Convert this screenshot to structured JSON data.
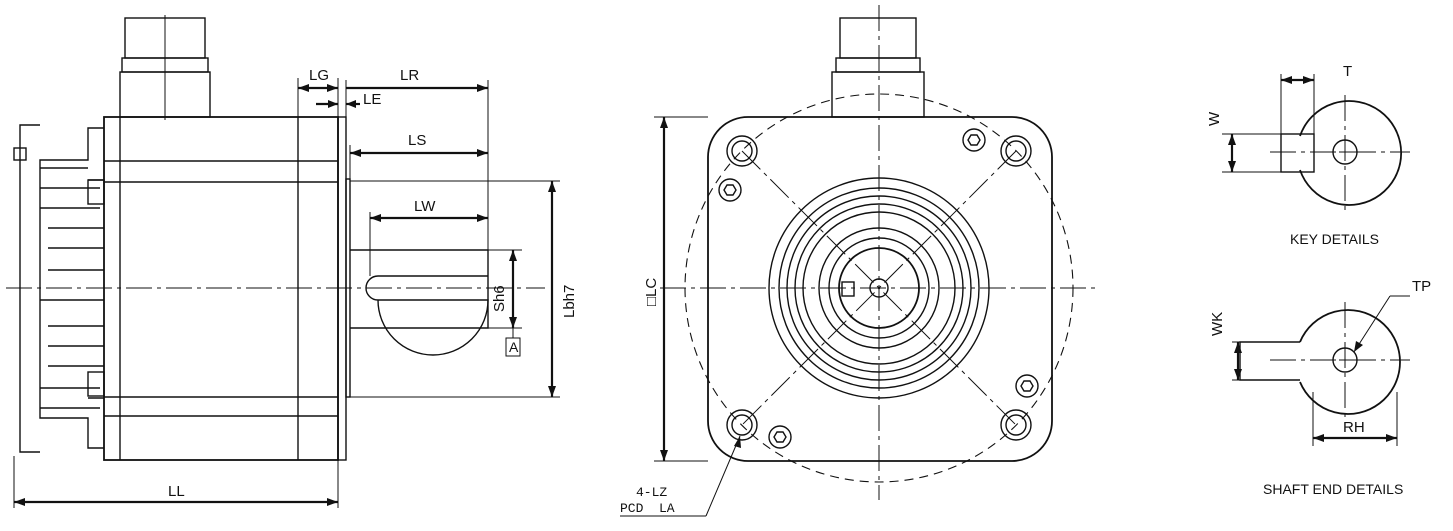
{
  "side_view": {
    "labels": {
      "lg": "LG",
      "lr": "LR",
      "le": "LE",
      "ls": "LS",
      "lw": "LW",
      "sh6": "Sh6",
      "lbh7": "Lbh7",
      "datum": "A",
      "ll": "LL"
    }
  },
  "front_view": {
    "labels": {
      "lc": "□LC",
      "lz": "4-LZ",
      "pcd": "PCD  LA"
    }
  },
  "key_details": {
    "caption": "KEY DETAILS",
    "labels": {
      "t": "T",
      "w": "W"
    }
  },
  "shaft_end_details": {
    "caption": "SHAFT END DETAILS",
    "labels": {
      "tp": "TP",
      "wk": "WK",
      "rh": "RH"
    }
  }
}
